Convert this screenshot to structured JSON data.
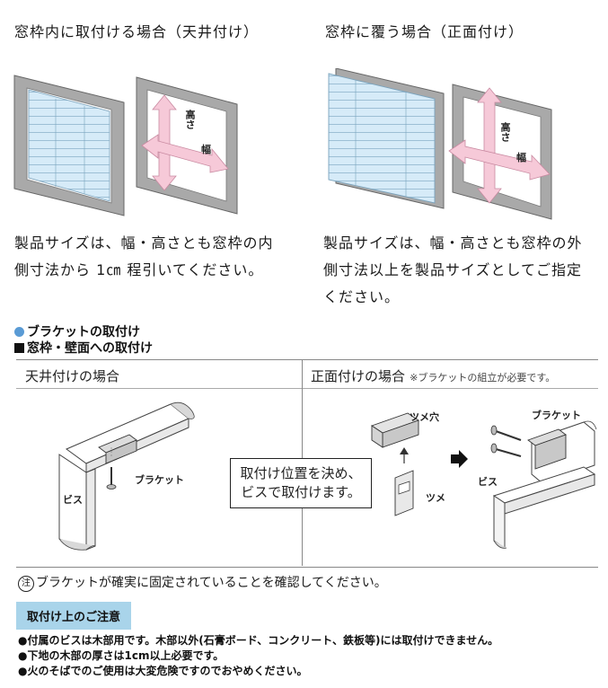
{
  "top": {
    "left_heading": "窓枠内に取付ける場合（天井付け）",
    "right_heading": "窓枠に覆う場合（正面付け）",
    "left_desc": "製品サイズは、幅・高さとも窓枠の内\n側寸法から 1㎝ 程引いてください。",
    "right_desc": "製品サイズは、幅・高さとも窓枠の外\n側寸法以上を製品サイズとしてご指定\nください。",
    "diagram_labels": {
      "height": "高さ",
      "width": "幅"
    }
  },
  "section": {
    "heading1": "ブラケットの取付け",
    "heading2": "窓枠・壁面への取付け"
  },
  "table": {
    "left_col_title": "天井付けの場合",
    "right_col_title": "正面付けの場合",
    "right_col_note": "※ブラケットの組立が必要です。",
    "callout": "取付け位置を決め、\nビスで取付けます。",
    "labels": {
      "bracket": "ブラケット",
      "screw": "ビス",
      "tab_hole": "ツメ穴",
      "tab": "ツメ"
    }
  },
  "notice": {
    "mark": "注",
    "text": "ブラケットが確実に固定されていることを確認してください。"
  },
  "caution": {
    "title": "取付け上のご注意",
    "items": [
      "付属のビスは木部用です。木部以外(石膏ボード、コンクリート、鉄板等)には取付けできません。",
      "下地の木部の厚さは1cm以上必要です。",
      "火のそばでのご使用は大変危険ですのでおやめください。"
    ]
  },
  "colors": {
    "blind_blue": "#cfe6f6",
    "arrow_pink": "#f6c9d8",
    "caution_badge": "#a9d4ea",
    "bullet_dot": "#5a9bd5"
  }
}
